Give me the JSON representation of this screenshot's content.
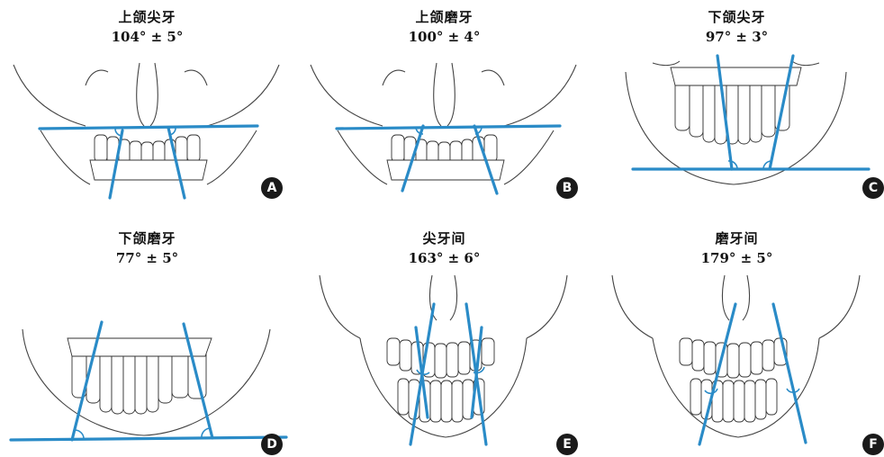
{
  "panels": [
    {
      "title": "上颌尖牙",
      "angle": "104° ± 5°",
      "label": "A"
    },
    {
      "title": "上颌磨牙",
      "angle": "100° ± 4°",
      "label": "B"
    },
    {
      "title": "下颌尖牙",
      "angle": "97° ± 3°",
      "label": "C"
    },
    {
      "title": "下颌磨牙",
      "angle": "77° ± 5°",
      "label": "D"
    },
    {
      "title": "尖牙间",
      "angle": "163° ± 6°",
      "label": "E"
    },
    {
      "title": "磨牙间",
      "angle": "179° ± 5°",
      "label": "F"
    }
  ],
  "colors": {
    "reference_line": "#2a8bc7",
    "badge": "#1a1a1a"
  }
}
